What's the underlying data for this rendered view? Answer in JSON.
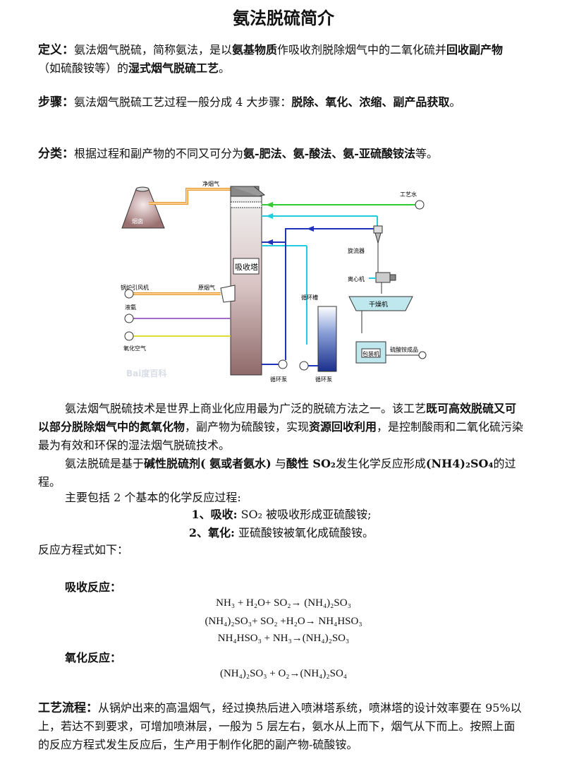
{
  "title": "氨法脱硫简介",
  "definition": {
    "label": "定义：",
    "t1": "氨法烟气脱硫，简称氨法，是以",
    "b1": "氨基物质",
    "t2": "作吸收剂脱除烟气中的二氧化硫并",
    "b2": "回收副产物",
    "t3": "（如硫酸铵等）的",
    "b3": "湿式烟气脱硫工艺",
    "t4": "。"
  },
  "steps": {
    "label": "步骤：",
    "t1": "氨法烟气脱硫工艺过程一般分成 4 大步骤：",
    "b1": "脱除、氧化、浓缩、副产品获取",
    "t2": "。"
  },
  "classification": {
    "label": "分类：",
    "t1": "根据过程和副产物的不同又可分为",
    "b1": "氨-肥法、氨-酸法、氨-亚硫酸铵法",
    "t2": "等。"
  },
  "diagram": {
    "chimney": "烟囱",
    "clean_gas": "净烟气",
    "tower": "吸收塔",
    "process_water": "工艺水",
    "cyclone": "旋流器",
    "centrifuge": "离心机",
    "dryer": "干燥机",
    "packer": "包装机",
    "product": "硫酸铵成品",
    "boiler_fan": "锅炉引风机",
    "raw_gas": "原烟气",
    "liquid_ammonia": "液氨",
    "oxidation_air": "氧化空气",
    "circ_tank": "循环槽",
    "circ_pump1": "循环泵",
    "circ_pump2": "循环泵",
    "watermark": "Bai度百科"
  },
  "body1": {
    "t1": "氨法烟气脱硫技术是世界上商业化应用最为广泛的脱硫方法之一。该工艺",
    "b1": "既可高效脱硫又可以部分脱除烟气中的氮氧化物",
    "t2": "，副产物为硫酸铵，实现",
    "b2": "资源回收利用",
    "t3": "，是控制酸雨和二氧化硫污染最为有效和环保的湿法烟气脱硫技术。"
  },
  "body2": {
    "t1": "氨法脱硫是基于",
    "b1": "碱性脱硫剂( 氨或者氨水)",
    "t2": " 与",
    "b2": "酸性 SO₂",
    "t3": "发生化学反应形成",
    "b3": "(NH4)₂SO₄",
    "t4": "的过程。"
  },
  "body3": "主要包括 2 个基本的化学反应过程:",
  "reaction1": {
    "label": "1、吸收:",
    "text": " SO₂ 被吸收形成亚硫酸铵;"
  },
  "reaction2": {
    "label": "2、氧化:",
    "text": " 亚硫酸铵被氧化成硫酸铵。"
  },
  "equations_intro": "反应方程式如下：",
  "absorption_heading": "吸收反应：",
  "eq1": "NH₃ + H₂O+ SO₂→ (NH₄)₂SO₃",
  "eq2": "(NH₄)₂SO₃+ SO₂ +H₂O→ NH₄HSO₃",
  "eq3": "NH₄HSO₃ + NH₃→(NH₄)₂SO₃",
  "oxidation_heading": "氧化反应：",
  "eq4": "(NH₄)₂SO₃ + O₂→(NH₄)₂SO₄",
  "process": {
    "label": "工艺流程：",
    "text": "从锅炉出来的高温烟气，经过换热后进入喷淋塔系统，喷淋塔的设计效率要在 95%以上，若达不到要求，可增加喷淋层，一般为 5 层左右，氨水从上而下，烟气从下而上。按照上面的反应方程式发生反应后，生产用于制作化肥的副产物-硫酸铵。"
  }
}
